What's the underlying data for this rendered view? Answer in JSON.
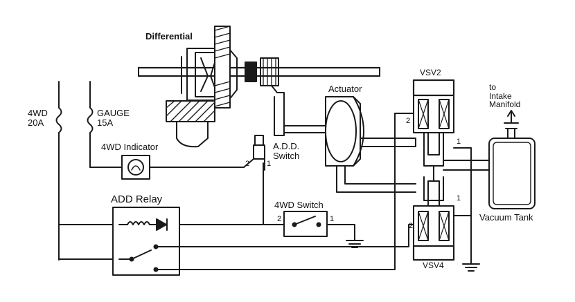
{
  "labels": {
    "differential": "Differential",
    "actuator": "Actuator",
    "vsv2": "VSV2",
    "vsv4": "VSV4",
    "to_intake_manifold": "to\nIntake\nManifold",
    "fuse_4wd": "4WD\n20A",
    "fuse_gauge": "GAUGE\n15A",
    "indicator": "4WD Indicator",
    "add_switch": "A.D.D.\nSwitch",
    "add_relay": "ADD Relay",
    "four_wd_switch": "4WD Switch",
    "vacuum_tank": "Vacuum Tank"
  },
  "pins": {
    "add_pin2": "2",
    "add_pin1": "1",
    "sw_pin2": "2",
    "sw_pin1": "1",
    "vsv2_pin2": "2",
    "vsv2_pin1": "1",
    "vsv4_pin1": "1",
    "vsv4_pin2": "2"
  },
  "colors": {
    "ink": "#1a1a1a",
    "background": "#ffffff"
  }
}
